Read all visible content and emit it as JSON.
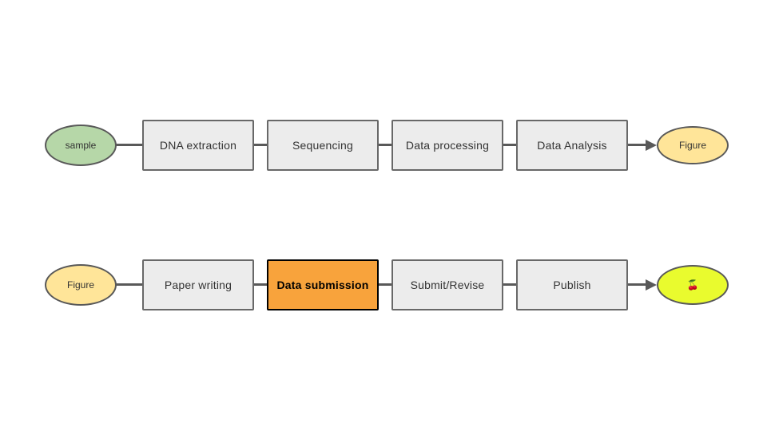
{
  "palette": {
    "background": "#ffffff",
    "step_fill": "#ececec",
    "step_border": "#686868",
    "step_text": "#333333",
    "highlight_fill": "#f8a33c",
    "highlight_border": "#000000",
    "highlight_text": "#000000",
    "connector": "#595959",
    "ellipse_border": "#595959",
    "sample_green": "#b6d7a8",
    "figure_yellow": "#ffe599",
    "celebrate_neon": "#e9fb2e"
  },
  "rows": [
    {
      "start": {
        "label": "sample"
      },
      "steps": [
        {
          "label": "DNA extraction"
        },
        {
          "label": "Sequencing"
        },
        {
          "label": "Data processing"
        },
        {
          "label": "Data Analysis"
        }
      ],
      "end": {
        "label": "Figure"
      }
    },
    {
      "start": {
        "label": "Figure"
      },
      "steps": [
        {
          "label": "Paper writing"
        },
        {
          "label": "Data submission"
        },
        {
          "label": "Submit/Revise"
        },
        {
          "label": "Publish"
        }
      ],
      "end": {
        "label": "🍒"
      }
    }
  ]
}
